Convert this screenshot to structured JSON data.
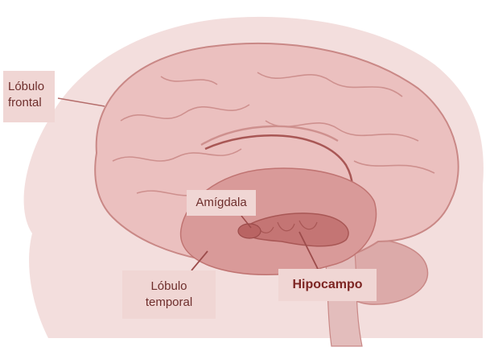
{
  "labels": {
    "frontal": [
      "Lóbulo",
      "frontal"
    ],
    "amigdala": "Amígdala",
    "temporal": [
      "Lóbulo",
      "temporal"
    ],
    "hipocampo": "Hipocampo"
  },
  "colors": {
    "head": "#f1d9d8",
    "brain": "#e6b4b3",
    "gyri": "#c98886",
    "temporal": "#d48c8c",
    "hippocampus": "#b96463",
    "label_bg": "#f0d6d4",
    "text": "#6e2e2c"
  }
}
